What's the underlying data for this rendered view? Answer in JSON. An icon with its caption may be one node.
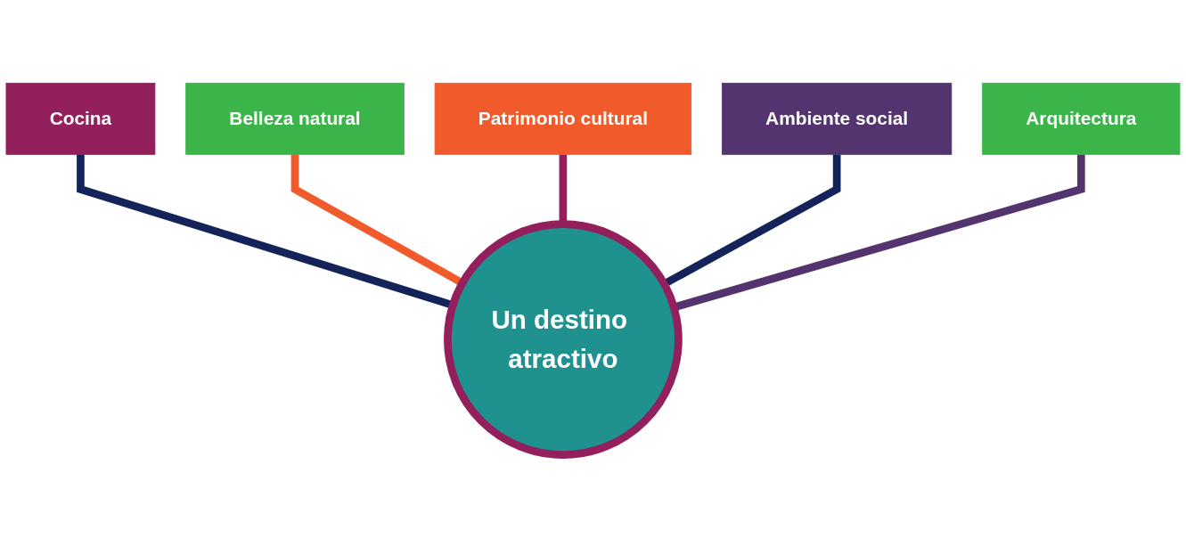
{
  "diagram": {
    "nodes": [
      {
        "text": [
          "Un destino atractivo"
        ]
      },
      {
        "text": [
          "Cocina"
        ]
      },
      {
        "text": [
          "Belleza natural"
        ]
      },
      {
        "text": [
          "Patrimonio cultural"
        ]
      },
      {
        "text": [
          "Ambiente social"
        ]
      },
      {
        "text": [
          "Arquitectura"
        ]
      }
    ],
    "edges": [
      {
        "from": 0,
        "to": 1,
        "arrow": "none"
      },
      {
        "from": 0,
        "to": 2,
        "arrow": "none",
        "color": "#f15a2b"
      },
      {
        "from": 0,
        "to": 3,
        "arrow": "none",
        "color": "#931f5c"
      },
      {
        "from": 0,
        "to": 4,
        "arrow": "none"
      },
      {
        "from": 0,
        "to": 5,
        "arrow": "none",
        "color": "#53346f"
      }
    ]
  }
}
